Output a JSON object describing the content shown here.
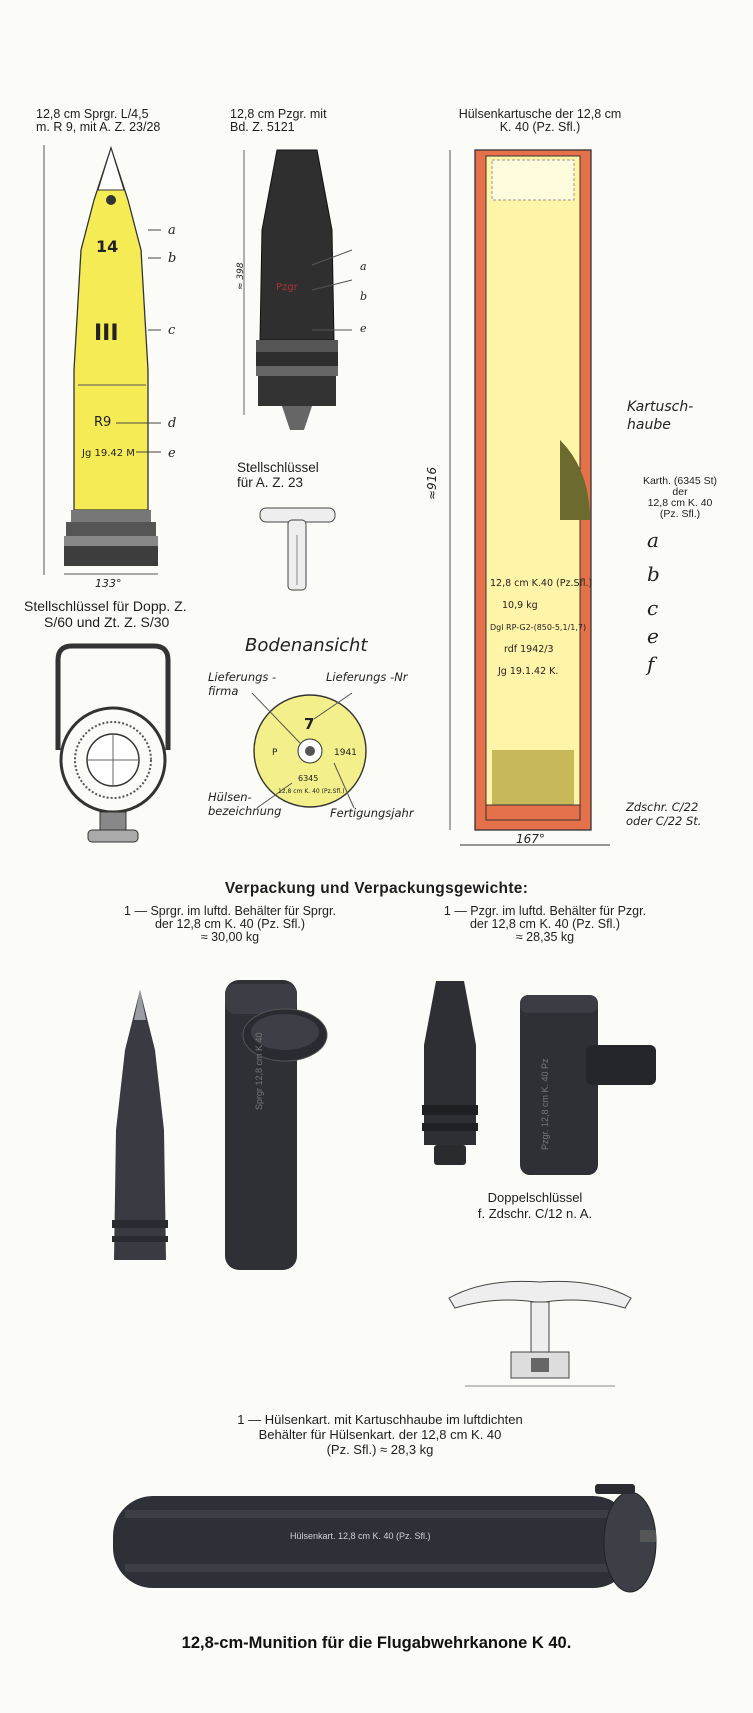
{
  "shells": {
    "he": {
      "title_l1": "12,8 cm Sprgr. L/4,5",
      "title_l2": "m. R 9, mit A. Z. 23/28",
      "markings": [
        "14",
        "III",
        "R9",
        "Jg 19.42 M"
      ],
      "diameter": "133°",
      "letters": [
        "a",
        "b",
        "c",
        "d",
        "e"
      ]
    },
    "ap": {
      "title_l1": "12,8 cm Pzgr. mit",
      "title_l2": "Bd. Z. 5121",
      "dim": "≈ 398",
      "letters": [
        "a",
        "b",
        "e"
      ]
    },
    "cartridge": {
      "title_l1": "Hülsenkartusche der 12,8 cm",
      "title_l2": "K. 40 (Pz. Sfl.)",
      "dim_length": "≈916",
      "dim_width": "167°",
      "label_haube": [
        "Kartusch-",
        "haube"
      ],
      "label_karth": [
        "Karth. (6345 St)",
        "der",
        "12,8 cm K. 40",
        "(Pz. Sfl.)"
      ],
      "markings": [
        "12,8 cm K.40 (Pz.Sfl.)",
        "10,9 kg",
        "Dgl RP-G2-(850-5,1/1,7)",
        "rdf 1942/3",
        "Jg 19.1.42 K."
      ],
      "letters": [
        "a",
        "b",
        "c",
        "e",
        "f"
      ],
      "label_zd": [
        "Zdschr. C/22",
        "oder C/22 St."
      ]
    }
  },
  "stellschluessel_az": [
    "Stellschlüssel",
    "für A. Z. 23"
  ],
  "stellschluessel_dopp": [
    "Stellschlüssel für Dopp. Z.",
    "S/60 und Zt. Z. S/30"
  ],
  "bodenansicht": {
    "title": "Bodenansicht",
    "lieferungsfirma": [
      "Lieferungs -",
      "firma"
    ],
    "lieferungsnr": "Lieferungs -Nr",
    "huelsenbez": [
      "Hülsen-",
      "bezeichnung"
    ],
    "fertigungsjahr": "Fertigungsjahr",
    "center_num": "7",
    "p": "P",
    "year": "1941",
    "num": "6345",
    "small": "12,8 cm K. 40 (Pz.Sfl.)"
  },
  "packaging": {
    "title": "Verpackung und Verpackungsgewichte:",
    "he_l1": "1 — Sprgr. im luftd. Behälter für Sprgr.",
    "he_l2": "der 12,8 cm K. 40 (Pz. Sfl.)",
    "he_l3": "≈ 30,00 kg",
    "ap_l1": "1 — Pzgr. im luftd. Behälter für Pzgr.",
    "ap_l2": "der 12,8 cm K. 40 (Pz. Sfl.)",
    "ap_l3": "≈ 28,35 kg",
    "he_container_text": "Sprgr 12,8 cm K 40",
    "ap_container_text": "Pzgr. 12,8 cm K. 40 Pz",
    "doppel_l1": "Doppelschlüssel",
    "doppel_l2": "f. Zdschr. C/12 n. A.",
    "cart_l1": "1 — Hülsenkart. mit Kartuschhaube im luftdichten",
    "cart_l2": "Behälter für Hülsenkart. der 12,8 cm K. 40",
    "cart_l3": "(Pz. Sfl.) ≈ 28,3 kg",
    "big_container_text": "Hülsenkart. 12,8 cm K. 40 (Pz. Sfl.)"
  },
  "caption": "12,8-cm-Munition für die Flugabwehrkanone K 40."
}
